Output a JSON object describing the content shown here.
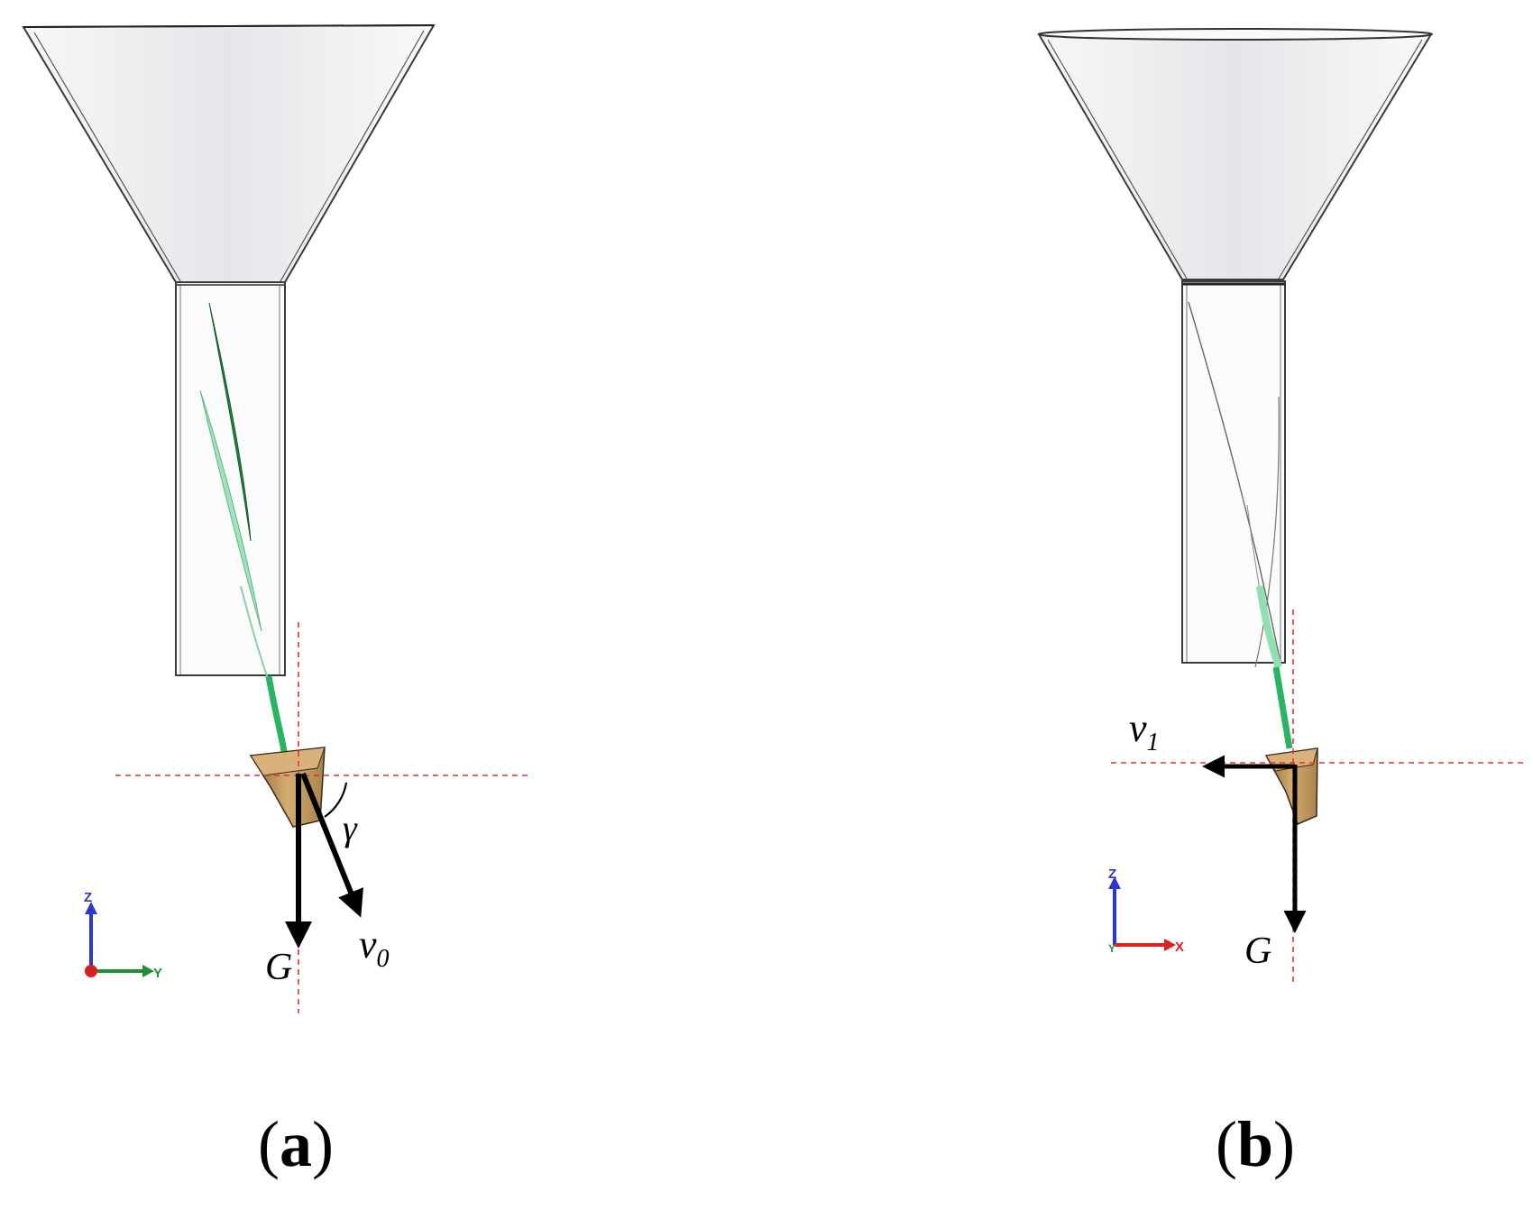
{
  "panels": [
    {
      "caption_open": "(",
      "caption_letter": "a",
      "caption_close": ")",
      "labels": {
        "gravity": "G",
        "velocity": "v",
        "velocity_sub": "0",
        "angle": "γ"
      },
      "axes": {
        "up": "Z",
        "right": "Y"
      }
    },
    {
      "caption_open": "(",
      "caption_letter": "b",
      "caption_close": ")",
      "labels": {
        "gravity": "G",
        "velocity": "v",
        "velocity_sub": "1"
      },
      "axes": {
        "up": "Z",
        "right": "X",
        "origin": "Y"
      }
    }
  ],
  "colors": {
    "guide_line": "#e8302e",
    "funnel_fill": "#f2f2f4",
    "funnel_stroke": "#3a3a3a",
    "leaf_dark": "#1f8a3f",
    "leaf_light": "#8ee0b0",
    "pot": "#c9a26b",
    "arrow": "#000000",
    "axis_z": "#2a39c8",
    "axis_y": "#1f8f2f",
    "axis_x": "#e02020"
  }
}
